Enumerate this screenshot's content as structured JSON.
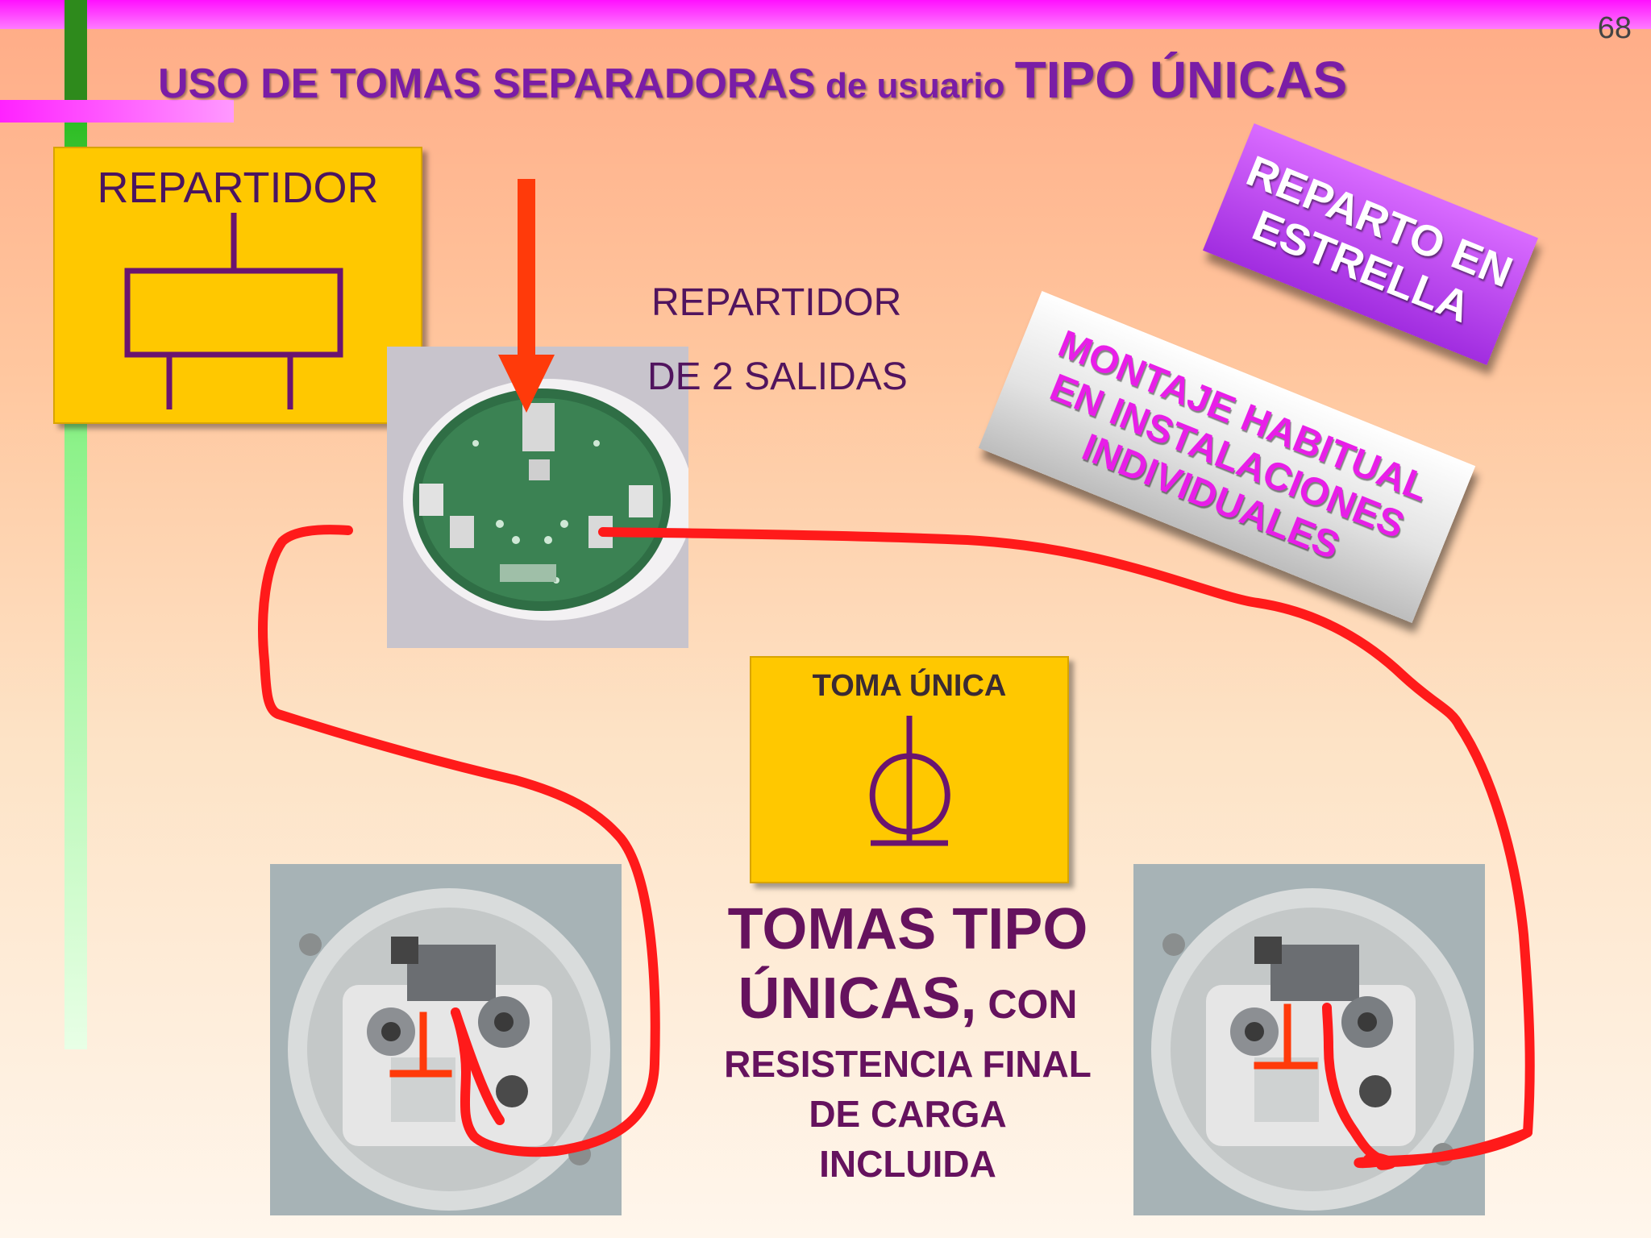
{
  "page_number": "68",
  "title": {
    "part1": "USO DE TOMAS SEPARADORAS",
    "part2": " de usuario ",
    "part3": "TIPO ÚNICAS"
  },
  "splitter_box": {
    "label": "REPARTIDOR"
  },
  "splitter_photo_caption": {
    "line1": "REPARTIDOR",
    "line2": "DE 2 SALIDAS"
  },
  "badge_star": {
    "line1": "REPARTO EN",
    "line2": "ESTRELLA"
  },
  "badge_montage": {
    "line1": "MONTAJE HABITUAL",
    "line2": "EN INSTALACIONES",
    "line3": "INDIVIDUALES"
  },
  "outlet_box": {
    "label": "TOMA ÚNICA"
  },
  "main_text": {
    "line1": "TOMAS TIPO",
    "line2": "ÚNICAS,",
    "line2_small": " CON",
    "line3": "RESISTENCIA FINAL",
    "line4": "DE CARGA",
    "line5": "INCLUIDA"
  },
  "colors": {
    "title": "#7a1da6",
    "symbol": "#6a1470",
    "yellow_box": "#ffc800",
    "cable_red": "#ff1a1a",
    "arrow_red": "#ff3a0a",
    "badge_purple": "#b23fe8",
    "badge_magenta_text": "#e81ee8"
  }
}
